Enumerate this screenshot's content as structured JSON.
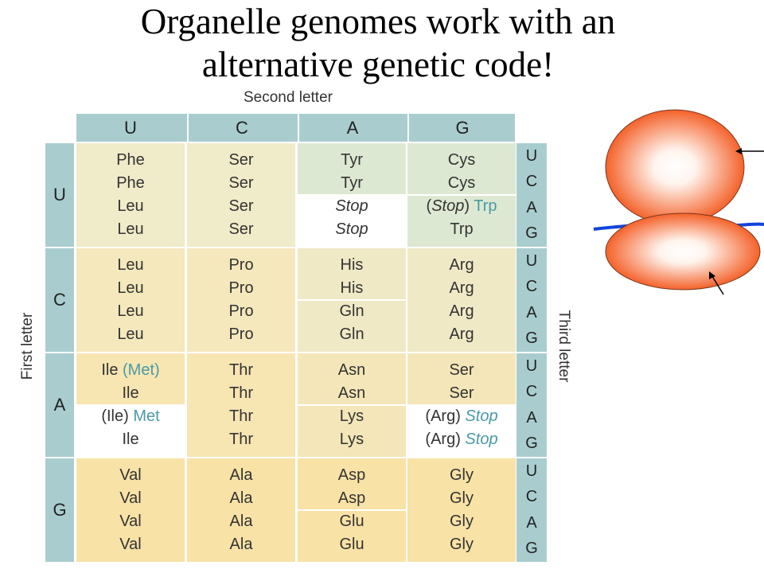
{
  "title": {
    "line1": "Organelle genomes work with an",
    "line2": "alternative genetic code!"
  },
  "labels": {
    "second_letter": "Second letter",
    "first_letter": "First letter",
    "third_letter": "Third letter"
  },
  "columns": [
    "U",
    "C",
    "A",
    "G"
  ],
  "rows": [
    "U",
    "C",
    "A",
    "G"
  ],
  "third_letters": [
    "U",
    "C",
    "A",
    "G"
  ],
  "table": [
    [
      {
        "lines": [
          [
            "Phe"
          ],
          [
            "Phe"
          ],
          [
            "Leu"
          ],
          [
            "Leu"
          ]
        ]
      },
      {
        "lines": [
          [
            "Ser"
          ],
          [
            "Ser"
          ],
          [
            "Ser"
          ],
          [
            "Ser"
          ]
        ]
      },
      {
        "lines": [
          [
            "Tyr"
          ],
          [
            "Tyr"
          ],
          [
            {
              "t": "Stop",
              "cls": "it"
            }
          ],
          [
            {
              "t": "Stop",
              "cls": "it"
            }
          ]
        ],
        "white": [
          2,
          3
        ],
        "sep": [
          2
        ]
      },
      {
        "lines": [
          [
            "Cys"
          ],
          [
            "Cys"
          ],
          [
            "(",
            {
              "t": "Stop",
              "cls": "it"
            },
            ") ",
            {
              "t": "Trp",
              "cls": "alt"
            }
          ],
          [
            "Trp"
          ]
        ],
        "sep": [
          2
        ]
      }
    ],
    [
      {
        "lines": [
          [
            "Leu"
          ],
          [
            "Leu"
          ],
          [
            "Leu"
          ],
          [
            "Leu"
          ]
        ]
      },
      {
        "lines": [
          [
            "Pro"
          ],
          [
            "Pro"
          ],
          [
            "Pro"
          ],
          [
            "Pro"
          ]
        ]
      },
      {
        "lines": [
          [
            "His"
          ],
          [
            "His"
          ],
          [
            "Gln"
          ],
          [
            "Gln"
          ]
        ],
        "sep": [
          2
        ]
      },
      {
        "lines": [
          [
            "Arg"
          ],
          [
            "Arg"
          ],
          [
            "Arg"
          ],
          [
            "Arg"
          ]
        ]
      }
    ],
    [
      {
        "lines": [
          [
            "Ile ",
            {
              "t": "(Met)",
              "cls": "alt"
            }
          ],
          [
            "Ile"
          ],
          [
            "(Ile) ",
            {
              "t": "Met",
              "cls": "alt"
            }
          ],
          [
            "Ile"
          ]
        ],
        "white": [
          2,
          3
        ],
        "sep": [
          2
        ]
      },
      {
        "lines": [
          [
            "Thr"
          ],
          [
            "Thr"
          ],
          [
            "Thr"
          ],
          [
            "Thr"
          ]
        ]
      },
      {
        "lines": [
          [
            "Asn"
          ],
          [
            "Asn"
          ],
          [
            "Lys"
          ],
          [
            "Lys"
          ]
        ],
        "sep": [
          2
        ]
      },
      {
        "lines": [
          [
            "Ser"
          ],
          [
            "Ser"
          ],
          [
            "(Arg) ",
            {
              "t": "Stop",
              "cls": "it alt"
            }
          ],
          [
            "(Arg) ",
            {
              "t": "Stop",
              "cls": "it alt"
            }
          ]
        ],
        "white": [
          2,
          3
        ],
        "sep": [
          2
        ]
      }
    ],
    [
      {
        "lines": [
          [
            "Val"
          ],
          [
            "Val"
          ],
          [
            "Val"
          ],
          [
            "Val"
          ]
        ]
      },
      {
        "lines": [
          [
            "Ala"
          ],
          [
            "Ala"
          ],
          [
            "Ala"
          ],
          [
            "Ala"
          ]
        ]
      },
      {
        "lines": [
          [
            "Asp"
          ],
          [
            "Asp"
          ],
          [
            "Glu"
          ],
          [
            "Glu"
          ]
        ],
        "sep": [
          2
        ]
      },
      {
        "lines": [
          [
            "Gly"
          ],
          [
            "Gly"
          ],
          [
            "Gly"
          ],
          [
            "Gly"
          ]
        ]
      }
    ]
  ],
  "cell_colors": [
    [
      "#f0ebc8",
      "#f0ebc8",
      "#dde8d2",
      "#dde8d2"
    ],
    [
      "#f4e8bc",
      "#f4e8bc",
      "#f0e9c6",
      "#f0e9c6"
    ],
    [
      "#f7e5b2",
      "#f7e5b2",
      "#f4e6b8",
      "#f4e6b8"
    ],
    [
      "#f8e2a6",
      "#f8e2a6",
      "#f8e2a6",
      "#f8e2a6"
    ]
  ],
  "colors": {
    "header_teal": "#a9cdcf",
    "alternative_code_teal": "#4a9aa6",
    "ribosome_orange": "#f4622a",
    "mrna_blue": "#1144dd"
  }
}
